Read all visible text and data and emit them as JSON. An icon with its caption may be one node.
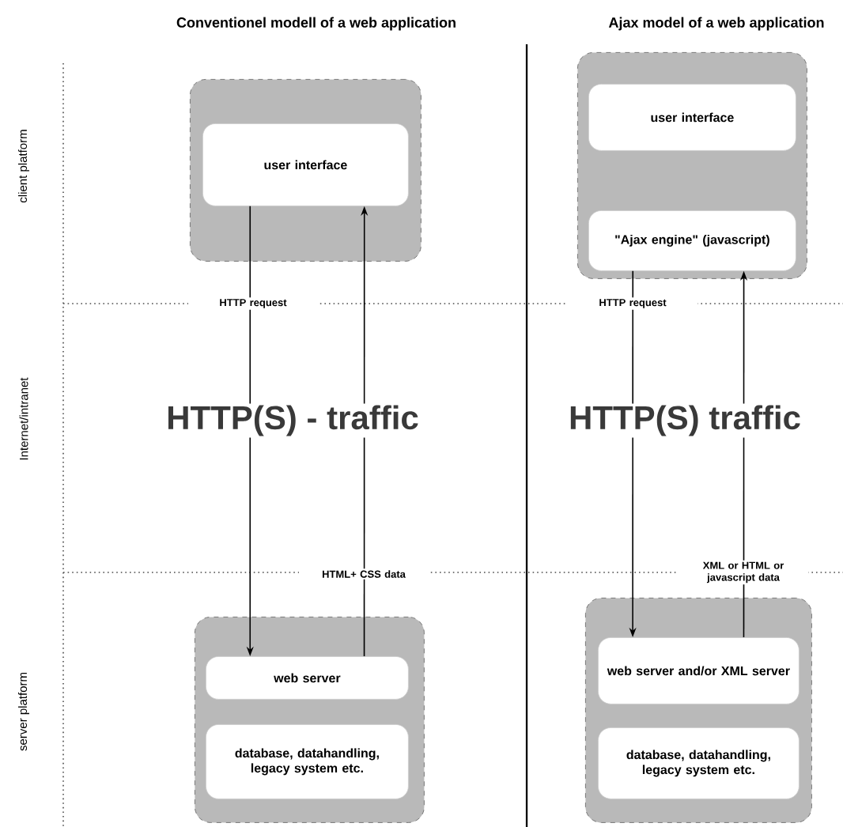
{
  "diagram": {
    "nodes": [
      {
        "text": [],
        "shape": "box"
      },
      {
        "text": [
          "user interface"
        ],
        "in": 0
      },
      {
        "text": [],
        "shape": "box"
      },
      {
        "text": [
          "user interface"
        ],
        "in": 2
      },
      {
        "text": [
          "\"Ajax engine\" (javascript)"
        ],
        "in": 2
      },
      {
        "text": [],
        "shape": "box"
      },
      {
        "text": [
          "web server"
        ],
        "in": 5
      },
      {
        "text": [
          "database, datahandling, legacy system etc."
        ],
        "in": 5
      },
      {
        "text": [],
        "shape": "box"
      },
      {
        "text": [
          "web server and/or XML server"
        ],
        "in": 8
      },
      {
        "text": [
          "database, datahandling, legacy system etc."
        ],
        "in": 8
      }
    ],
    "edges": [
      {
        "from": 1,
        "to": 6,
        "arrow": "to",
        "label": "HTTP request"
      },
      {
        "from": 6,
        "to": 1,
        "arrow": "to",
        "label": "HTML+ CSS data"
      },
      {
        "from": 4,
        "to": 9,
        "arrow": "to",
        "label": "HTTP request"
      },
      {
        "from": 9,
        "to": 4,
        "arrow": "to",
        "label": "XML or HTML or javascript data"
      }
    ],
    "labels": [
      "Conventionel modell of a web application",
      "Ajax model of a web application",
      "client platform",
      "Internet/intranet",
      "HTTP(S) - traffic",
      "HTTP(S) traffic",
      "server platform"
    ]
  }
}
